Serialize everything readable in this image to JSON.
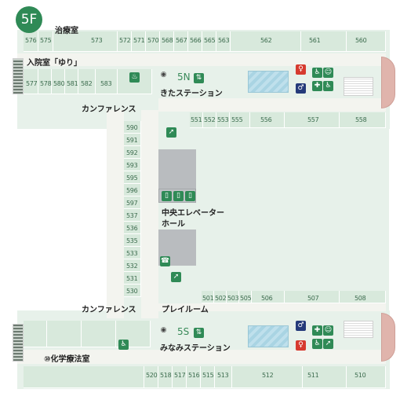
{
  "floor": {
    "badge": "5F"
  },
  "colors": {
    "accent": "#2f8a56",
    "room_fill": "#d8e9dc",
    "wing_fill": "#e7f1ea",
    "male": "#243a7a",
    "female": "#d63a2f"
  },
  "labels": {
    "treatment_room": "治療室",
    "yuri_ward": "入院室「ゆり」",
    "north_station_code": "5N",
    "north_station": "きたステーション",
    "conference_upper": "カンファレンス",
    "central_elevator_line1": "中央エレベーター",
    "central_elevator_line2": "ホール",
    "conference_lower": "カンファレンス",
    "playroom": "プレイルーム",
    "south_station_code": "5S",
    "south_station": "みなみステーション",
    "chemo_room": "⑩化学療法室"
  },
  "rooms": {
    "north_top": [
      "576",
      "575",
      "573",
      "572",
      "571",
      "570",
      "568",
      "567",
      "566",
      "565",
      "563",
      "562",
      "561",
      "560"
    ],
    "north_mid": [
      "577",
      "578",
      "580",
      "581",
      "582",
      "583"
    ],
    "north_right": [
      "551",
      "552",
      "553",
      "555",
      "556",
      "557",
      "558"
    ],
    "center": [
      "590",
      "591",
      "592",
      "593",
      "595",
      "596",
      "597",
      "537",
      "536",
      "535",
      "533",
      "532",
      "531",
      "530"
    ],
    "south_mid": [
      "501",
      "502",
      "503",
      "505",
      "506",
      "507",
      "508"
    ],
    "south_bottom": [
      "520",
      "518",
      "517",
      "516",
      "515",
      "513",
      "512",
      "511",
      "510"
    ]
  },
  "icons": {
    "camera": "camera-icon",
    "elevator": "elevator-icon",
    "bath": "bath-icon",
    "female_wc": "female-toilet-icon",
    "male_wc": "male-toilet-icon",
    "accessible": "wheelchair-icon",
    "baby": "baby-care-icon",
    "ostomate": "ostomate-icon",
    "emergency": "emergency-exit-icon",
    "phone": "phone-icon"
  }
}
